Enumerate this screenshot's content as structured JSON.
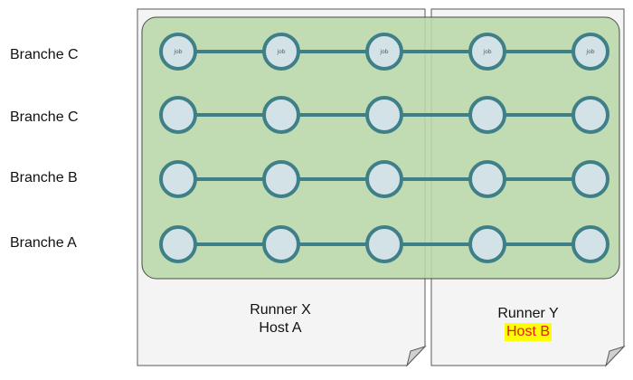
{
  "branches": [
    "Branche C",
    "Branche C",
    "Branche B",
    "Branche A"
  ],
  "runners": [
    {
      "name": "Runner X",
      "host": "Host A"
    },
    {
      "name": "Runner Y",
      "host": "Host B"
    }
  ],
  "job_label": "job",
  "colors": {
    "node_fill": "#d3e2e6",
    "node_stroke": "#3f7f87",
    "group_fill": "#b9d8a8",
    "group_stroke": "#4a4a4a",
    "page_fill": "#f4f4f4",
    "page_stroke": "#5a5a5a",
    "highlight_bg": "#ffff00",
    "highlight_text": "#e8161b"
  }
}
